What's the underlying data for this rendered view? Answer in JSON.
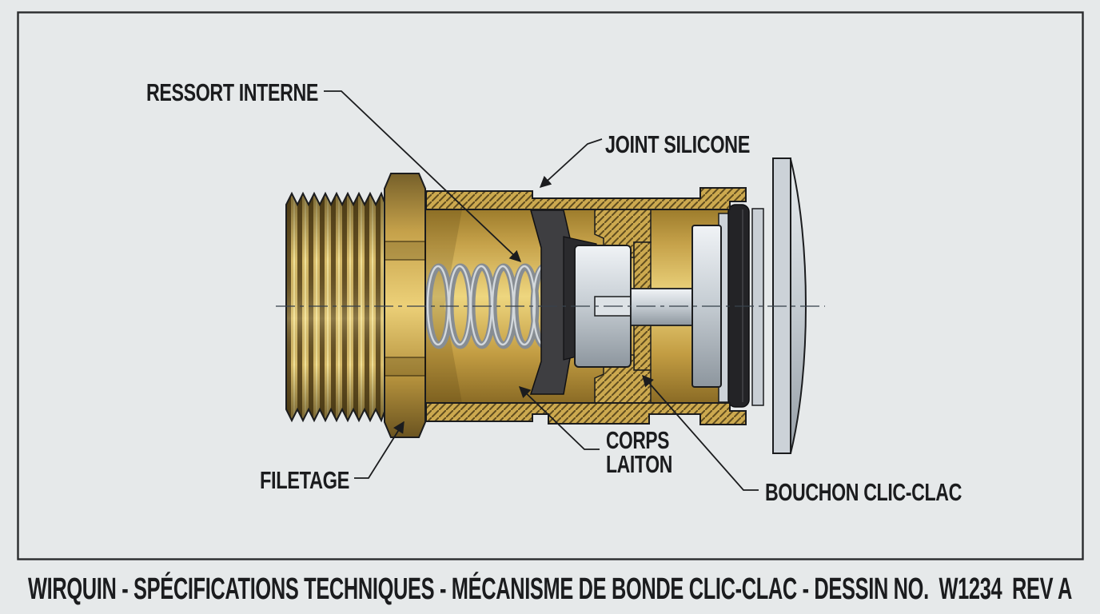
{
  "document": {
    "type": "technical-cutaway-diagram",
    "subject": "pop-up drain (bonde clic-clac) cross-section"
  },
  "labels": {
    "ressort_interne": "RESSORT INTERNE",
    "joint_silicone": "JOINT SILICONE",
    "filetage": "FILETAGE",
    "corps_line1": "CORPS",
    "corps_line2": "LAITON",
    "bouchon": "BOUCHON CLIC-CLAC"
  },
  "title": {
    "prefix": "WIRQUIN - SPÉCIFICATIONS TECHNIQUES - MÉCANISME DE BONDE CLIC-CLAC - DESSIN NO.",
    "drawing_no": "W1234",
    "suffix": "REV A"
  },
  "colors": {
    "bg": "#e6e9ea",
    "ink": "#1b1c1e",
    "frame": "#2a2b2d",
    "hatch-bg": "#cca94f",
    "hatch-line": "#5f4c1e",
    "brass-light": "#eed67f",
    "brass-dark": "#8a6b25",
    "dark-part": "#3e3e41",
    "seal": "#232326",
    "steel-flat": "#ccd2d8",
    "spring": "#878d93"
  }
}
